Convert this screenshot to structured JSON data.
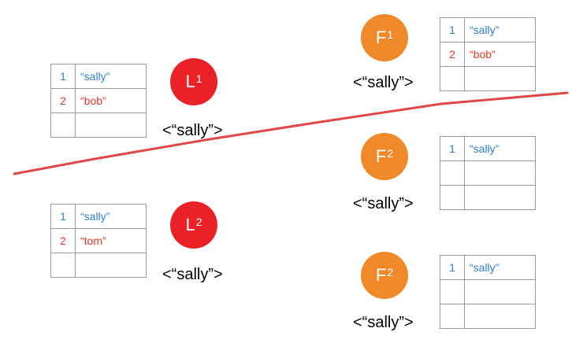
{
  "partition_color": "#e04848",
  "colors": {
    "leader": "#ea2127",
    "follower": "#f0892a",
    "index_ok": "#2f7fd0",
    "index_conflict": "#e23b2a"
  },
  "upper": {
    "leader": {
      "letter": "L",
      "sup": "1",
      "vote": "<“sally”>",
      "log": [
        {
          "index": "1",
          "value": "“sally”"
        },
        {
          "index": "2",
          "value": "“bob”"
        },
        {
          "index": "",
          "value": ""
        }
      ]
    },
    "follower": {
      "letter": "F",
      "sup": "1",
      "vote": "<“sally”>",
      "log": [
        {
          "index": "1",
          "value": "“sally”"
        },
        {
          "index": "2",
          "value": "“bob”"
        },
        {
          "index": "",
          "value": ""
        }
      ]
    }
  },
  "lower": {
    "leader": {
      "letter": "L",
      "sup": "2",
      "vote": "<“sally”>",
      "log": [
        {
          "index": "1",
          "value": "“sally”"
        },
        {
          "index": "2",
          "value": "“tom”"
        },
        {
          "index": "",
          "value": ""
        }
      ]
    },
    "follower_a": {
      "letter": "F",
      "sup": "2",
      "vote": "<“sally”>",
      "log": [
        {
          "index": "1",
          "value": "“sally”"
        },
        {
          "index": "",
          "value": ""
        },
        {
          "index": "",
          "value": ""
        }
      ]
    },
    "follower_b": {
      "letter": "F",
      "sup": "2",
      "vote": "<“sally”>",
      "log": [
        {
          "index": "1",
          "value": "“sally”"
        },
        {
          "index": "",
          "value": ""
        },
        {
          "index": "",
          "value": ""
        }
      ]
    }
  }
}
